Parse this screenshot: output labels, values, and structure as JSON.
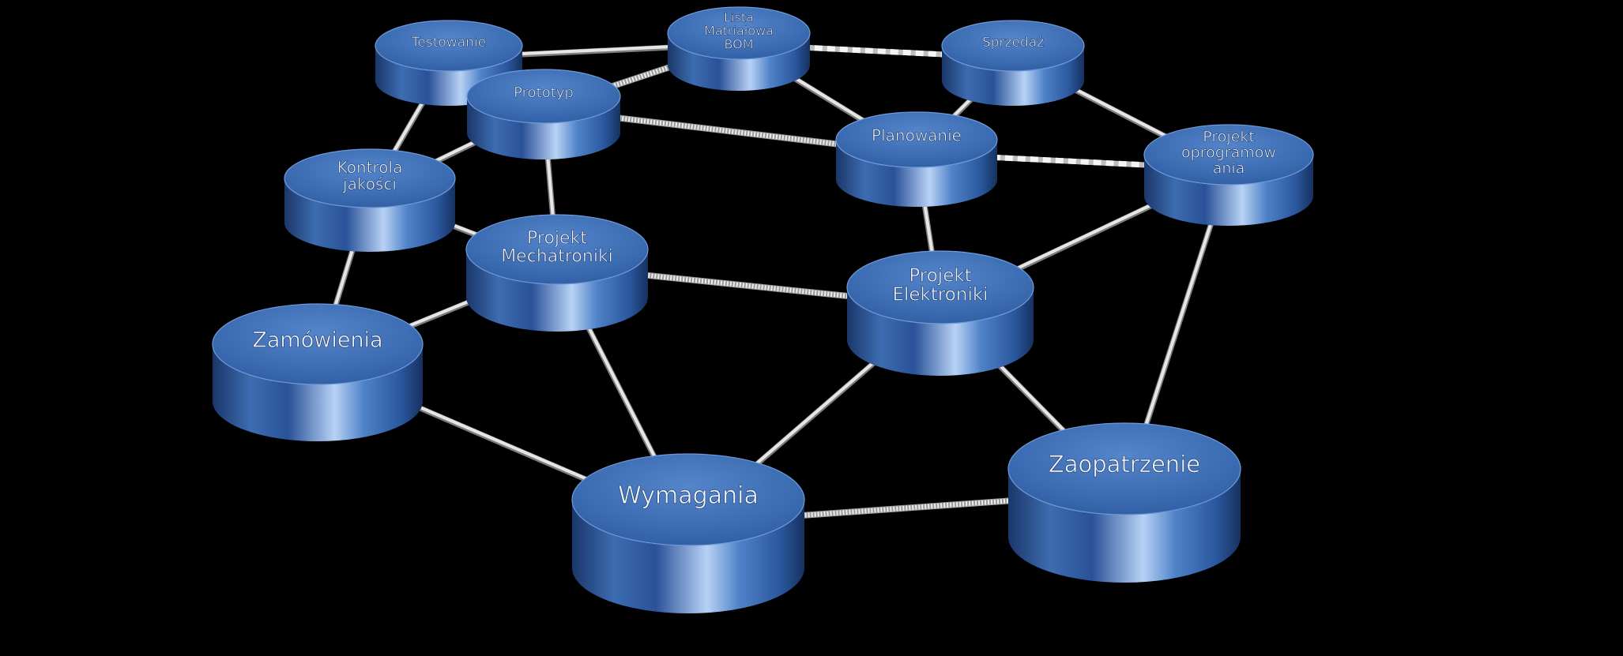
{
  "colors": {
    "background": "#000000",
    "disc_top": "#3b6db4",
    "disc_side_dark": "#1d3f78",
    "disc_side_light": "#a9c6ef",
    "connector": "#e6e6e6",
    "label": "#f2f6ff"
  },
  "nodes": [
    {
      "id": "testowanie",
      "lines": [
        "Testowanie"
      ]
    },
    {
      "id": "lista-bom",
      "lines": [
        "Lista",
        "Matriałowa",
        "BOM"
      ]
    },
    {
      "id": "sprzedaz",
      "lines": [
        "Sprzedaż"
      ]
    },
    {
      "id": "prototyp",
      "lines": [
        "Prototyp"
      ]
    },
    {
      "id": "planowanie",
      "lines": [
        "Planowanie"
      ]
    },
    {
      "id": "projekt-oprogramowania",
      "lines": [
        "Projekt",
        "oprogramow",
        "ania"
      ]
    },
    {
      "id": "kontrola-jakosci",
      "lines": [
        "Kontrola",
        "jakości"
      ]
    },
    {
      "id": "projekt-mechatroniki",
      "lines": [
        "Projekt",
        "Mechatroniki"
      ]
    },
    {
      "id": "projekt-elektroniki",
      "lines": [
        "Projekt",
        "Elektroniki"
      ]
    },
    {
      "id": "zamowienia",
      "lines": [
        "Zamówienia"
      ]
    },
    {
      "id": "wymagania",
      "lines": [
        "Wymagania"
      ]
    },
    {
      "id": "zaopatrzenie",
      "lines": [
        "Zaopatrzenie"
      ]
    }
  ],
  "edges": [
    {
      "from": "testowanie",
      "to": "lista-bom",
      "style": "solid"
    },
    {
      "from": "lista-bom",
      "to": "sprzedaz",
      "style": "dashed"
    },
    {
      "from": "lista-bom",
      "to": "prototyp",
      "style": "hatched"
    },
    {
      "from": "lista-bom",
      "to": "planowanie",
      "style": "solid"
    },
    {
      "from": "sprzedaz",
      "to": "planowanie",
      "style": "solid"
    },
    {
      "from": "sprzedaz",
      "to": "projekt-oprogramowania",
      "style": "solid"
    },
    {
      "from": "testowanie",
      "to": "kontrola-jakosci",
      "style": "solid"
    },
    {
      "from": "prototyp",
      "to": "kontrola-jakosci",
      "style": "solid"
    },
    {
      "from": "prototyp",
      "to": "planowanie",
      "style": "hatched"
    },
    {
      "from": "prototyp",
      "to": "projekt-mechatroniki",
      "style": "solid"
    },
    {
      "from": "planowanie",
      "to": "projekt-oprogramowania",
      "style": "dashed"
    },
    {
      "from": "planowanie",
      "to": "projekt-elektroniki",
      "style": "solid"
    },
    {
      "from": "kontrola-jakosci",
      "to": "zamowienia",
      "style": "solid"
    },
    {
      "from": "kontrola-jakosci",
      "to": "projekt-mechatroniki",
      "style": "solid"
    },
    {
      "from": "projekt-mechatroniki",
      "to": "zamowienia",
      "style": "solid"
    },
    {
      "from": "projekt-mechatroniki",
      "to": "projekt-elektroniki",
      "style": "hatched"
    },
    {
      "from": "projekt-mechatroniki",
      "to": "wymagania",
      "style": "solid"
    },
    {
      "from": "projekt-oprogramowania",
      "to": "projekt-elektroniki",
      "style": "solid"
    },
    {
      "from": "projekt-oprogramowania",
      "to": "zaopatrzenie",
      "style": "solid"
    },
    {
      "from": "projekt-elektroniki",
      "to": "wymagania",
      "style": "solid"
    },
    {
      "from": "projekt-elektroniki",
      "to": "zaopatrzenie",
      "style": "solid"
    },
    {
      "from": "zamowienia",
      "to": "wymagania",
      "style": "solid"
    },
    {
      "from": "wymagania",
      "to": "zaopatrzenie",
      "style": "hatched"
    }
  ]
}
